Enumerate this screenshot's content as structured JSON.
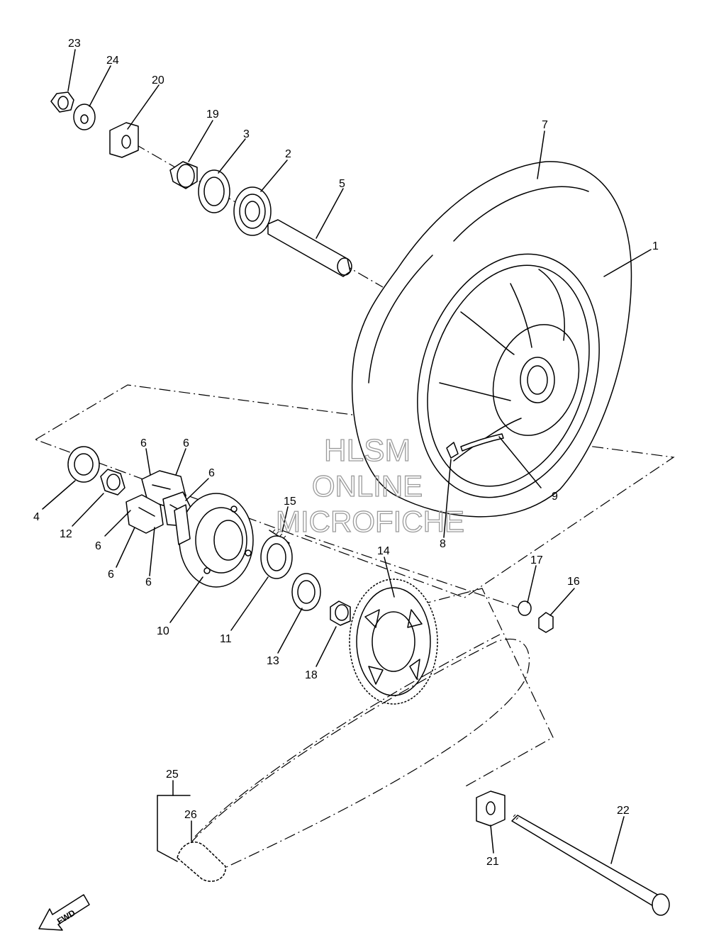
{
  "watermark": {
    "line1": "HLSM",
    "line2": "ONLINE",
    "line3": "MICROFICHE"
  },
  "fwd_label": "FWD",
  "callouts": [
    "1",
    "2",
    "3",
    "4",
    "5",
    "6",
    "7",
    "8",
    "9",
    "10",
    "11",
    "12",
    "13",
    "14",
    "15",
    "16",
    "17",
    "18",
    "19",
    "20",
    "21",
    "22",
    "23",
    "24",
    "25",
    "26"
  ]
}
